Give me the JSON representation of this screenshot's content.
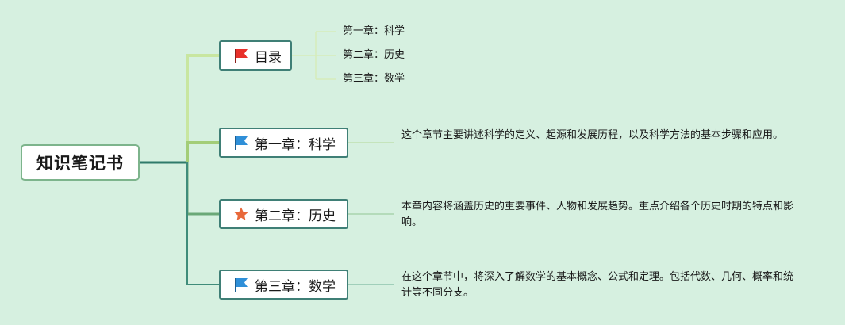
{
  "root": {
    "label": "知识笔记书"
  },
  "toc": {
    "label": "目录",
    "icon": "red-flag-icon",
    "items": [
      "第一章：科学",
      "第二章：历史",
      "第三章：数学"
    ]
  },
  "chapters": [
    {
      "label": "第一章：科学",
      "icon": "blue-flag-icon",
      "description": "这个章节主要讲述科学的定义、起源和发展历程，以及科学方法的基本步骤和应用。"
    },
    {
      "label": "第二章：历史",
      "icon": "orange-star-icon",
      "description": "本章内容将涵盖历史的重要事件、人物和发展趋势。重点介绍各个历史时期的特点和影响。"
    },
    {
      "label": "第三章：数学",
      "icon": "blue-flag-icon",
      "description": "在这个章节中，将深入了解数学的基本概念、公式和定理。包括代数、几何、概率和统计等不同分支。"
    }
  ],
  "colors": {
    "background": "#d6f0e0",
    "toc_branch": "#c8e6a0",
    "science_branch": "#a3cd78",
    "history_branch": "#6aa877",
    "math_branch": "#3f8c7a",
    "node_border": "#3f7f76",
    "red_flag": "#e8302a",
    "blue_flag": "#2f8fd8",
    "orange_star": "#e8683a"
  }
}
